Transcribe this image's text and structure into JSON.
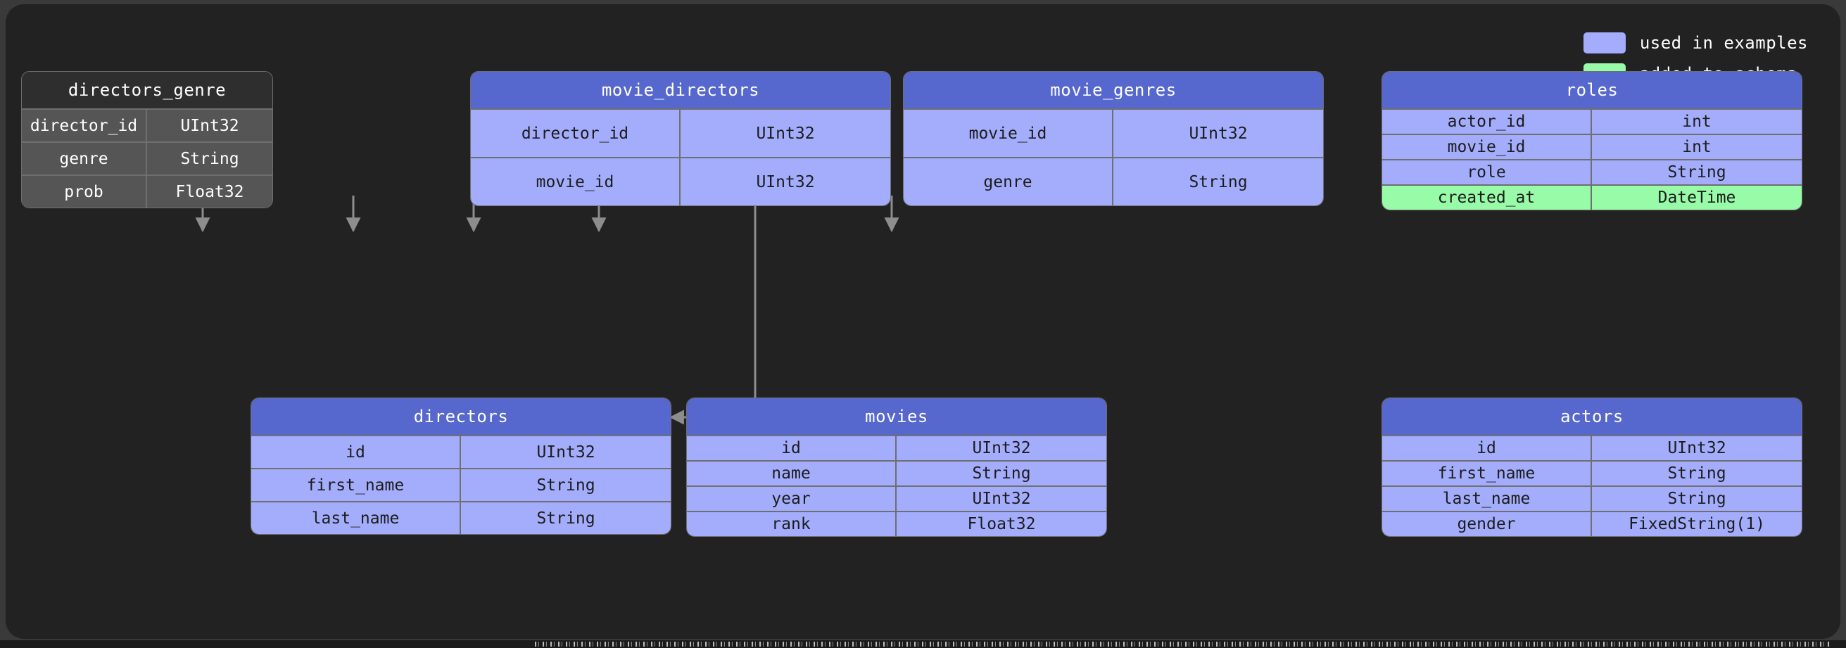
{
  "legend": {
    "items": [
      {
        "label": "used in examples",
        "color": "#a3adfb",
        "icon": "blue-swatch"
      },
      {
        "label": "added to schema",
        "color": "#98fba8",
        "icon": "green-swatch"
      }
    ]
  },
  "colors": {
    "canvas_background": "#222222",
    "page_background": "#3a3a3a",
    "blue_header": "#5668ce",
    "blue_body": "#a3adfb",
    "gray_header": "#2e2e2e",
    "gray_body": "#555555",
    "green_added": "#98fba8",
    "border": "#6f6f6f",
    "edge": "#8d8d8d"
  },
  "tables": [
    {
      "name": "directors_genre",
      "style": "gray",
      "columns": [
        {
          "name": "director_id",
          "type": "UInt32",
          "added": false
        },
        {
          "name": "genre",
          "type": "String",
          "added": false
        },
        {
          "name": "prob",
          "type": "Float32",
          "added": false
        }
      ]
    },
    {
      "name": "movie_directors",
      "style": "blue",
      "columns": [
        {
          "name": "director_id",
          "type": "UInt32",
          "added": false
        },
        {
          "name": "movie_id",
          "type": "UInt32",
          "added": false
        }
      ]
    },
    {
      "name": "movie_genres",
      "style": "blue",
      "columns": [
        {
          "name": "movie_id",
          "type": "UInt32",
          "added": false
        },
        {
          "name": "genre",
          "type": "String",
          "added": false
        }
      ]
    },
    {
      "name": "roles",
      "style": "blue",
      "columns": [
        {
          "name": "actor_id",
          "type": "int",
          "added": false
        },
        {
          "name": "movie_id",
          "type": "int",
          "added": false
        },
        {
          "name": "role",
          "type": "String",
          "added": false
        },
        {
          "name": "created_at",
          "type": "DateTime",
          "added": true
        }
      ]
    },
    {
      "name": "directors",
      "style": "blue",
      "columns": [
        {
          "name": "id",
          "type": "UInt32",
          "added": false
        },
        {
          "name": "first_name",
          "type": "String",
          "added": false
        },
        {
          "name": "last_name",
          "type": "String",
          "added": false
        }
      ]
    },
    {
      "name": "movies",
      "style": "blue",
      "columns": [
        {
          "name": "id",
          "type": "UInt32",
          "added": false
        },
        {
          "name": "name",
          "type": "String",
          "added": false
        },
        {
          "name": "year",
          "type": "UInt32",
          "added": false
        },
        {
          "name": "rank",
          "type": "Float32",
          "added": false
        }
      ]
    },
    {
      "name": "actors",
      "style": "blue",
      "columns": [
        {
          "name": "id",
          "type": "UInt32",
          "added": false
        },
        {
          "name": "first_name",
          "type": "String",
          "added": false
        },
        {
          "name": "last_name",
          "type": "String",
          "added": false
        },
        {
          "name": "gender",
          "type": "FixedString(1)",
          "added": false
        }
      ]
    }
  ],
  "relations": [
    {
      "from": "directors_genre",
      "to": "directors"
    },
    {
      "from": "movie_directors",
      "to": "directors"
    },
    {
      "from": "movie_directors",
      "to": "movies"
    },
    {
      "from": "movie_genres",
      "to": "movies"
    },
    {
      "from": "roles",
      "to": "movies"
    },
    {
      "from": "roles",
      "to": "actors"
    }
  ]
}
